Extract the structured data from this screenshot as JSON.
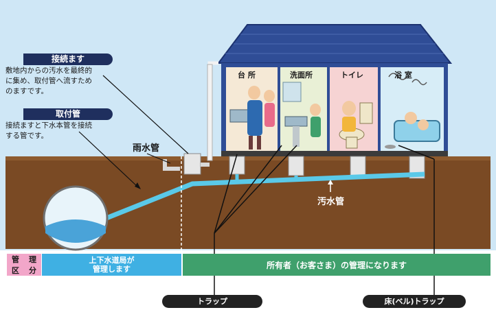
{
  "annotations": {
    "inspection_box": {
      "title": "接続ます",
      "description": "敷地内からの汚水を最終的\nに集め、取付管へ流すため\nのますです。"
    },
    "connection_pipe": {
      "title": "取付管",
      "description": "接続ますと下水本管を接続\nする管です。"
    }
  },
  "labels": {
    "rain_pipe": "雨水管",
    "sewage_pipe": "汚水管"
  },
  "rooms": [
    "台 所",
    "洗面所",
    "トイレ",
    "浴 室"
  ],
  "management": {
    "header": [
      "管",
      "理",
      "区",
      "分"
    ],
    "city_line1": "上下水道局が",
    "city_line2": "管理します",
    "owner": "所有者（お客さま）の管理になります"
  },
  "callouts": {
    "trap": "トラップ",
    "bell_trap": "床(ベル)トラップ"
  },
  "colors": {
    "roof": "#2f4d96",
    "ground": "#7a4a24",
    "sky": "#cfe7f6",
    "pipe": "#5ac9e8",
    "label_bg": "#1f2f5e",
    "mgmt_pink": "#f2a6c9",
    "mgmt_blue": "#3fb0e3",
    "mgmt_green": "#3fa06c"
  }
}
